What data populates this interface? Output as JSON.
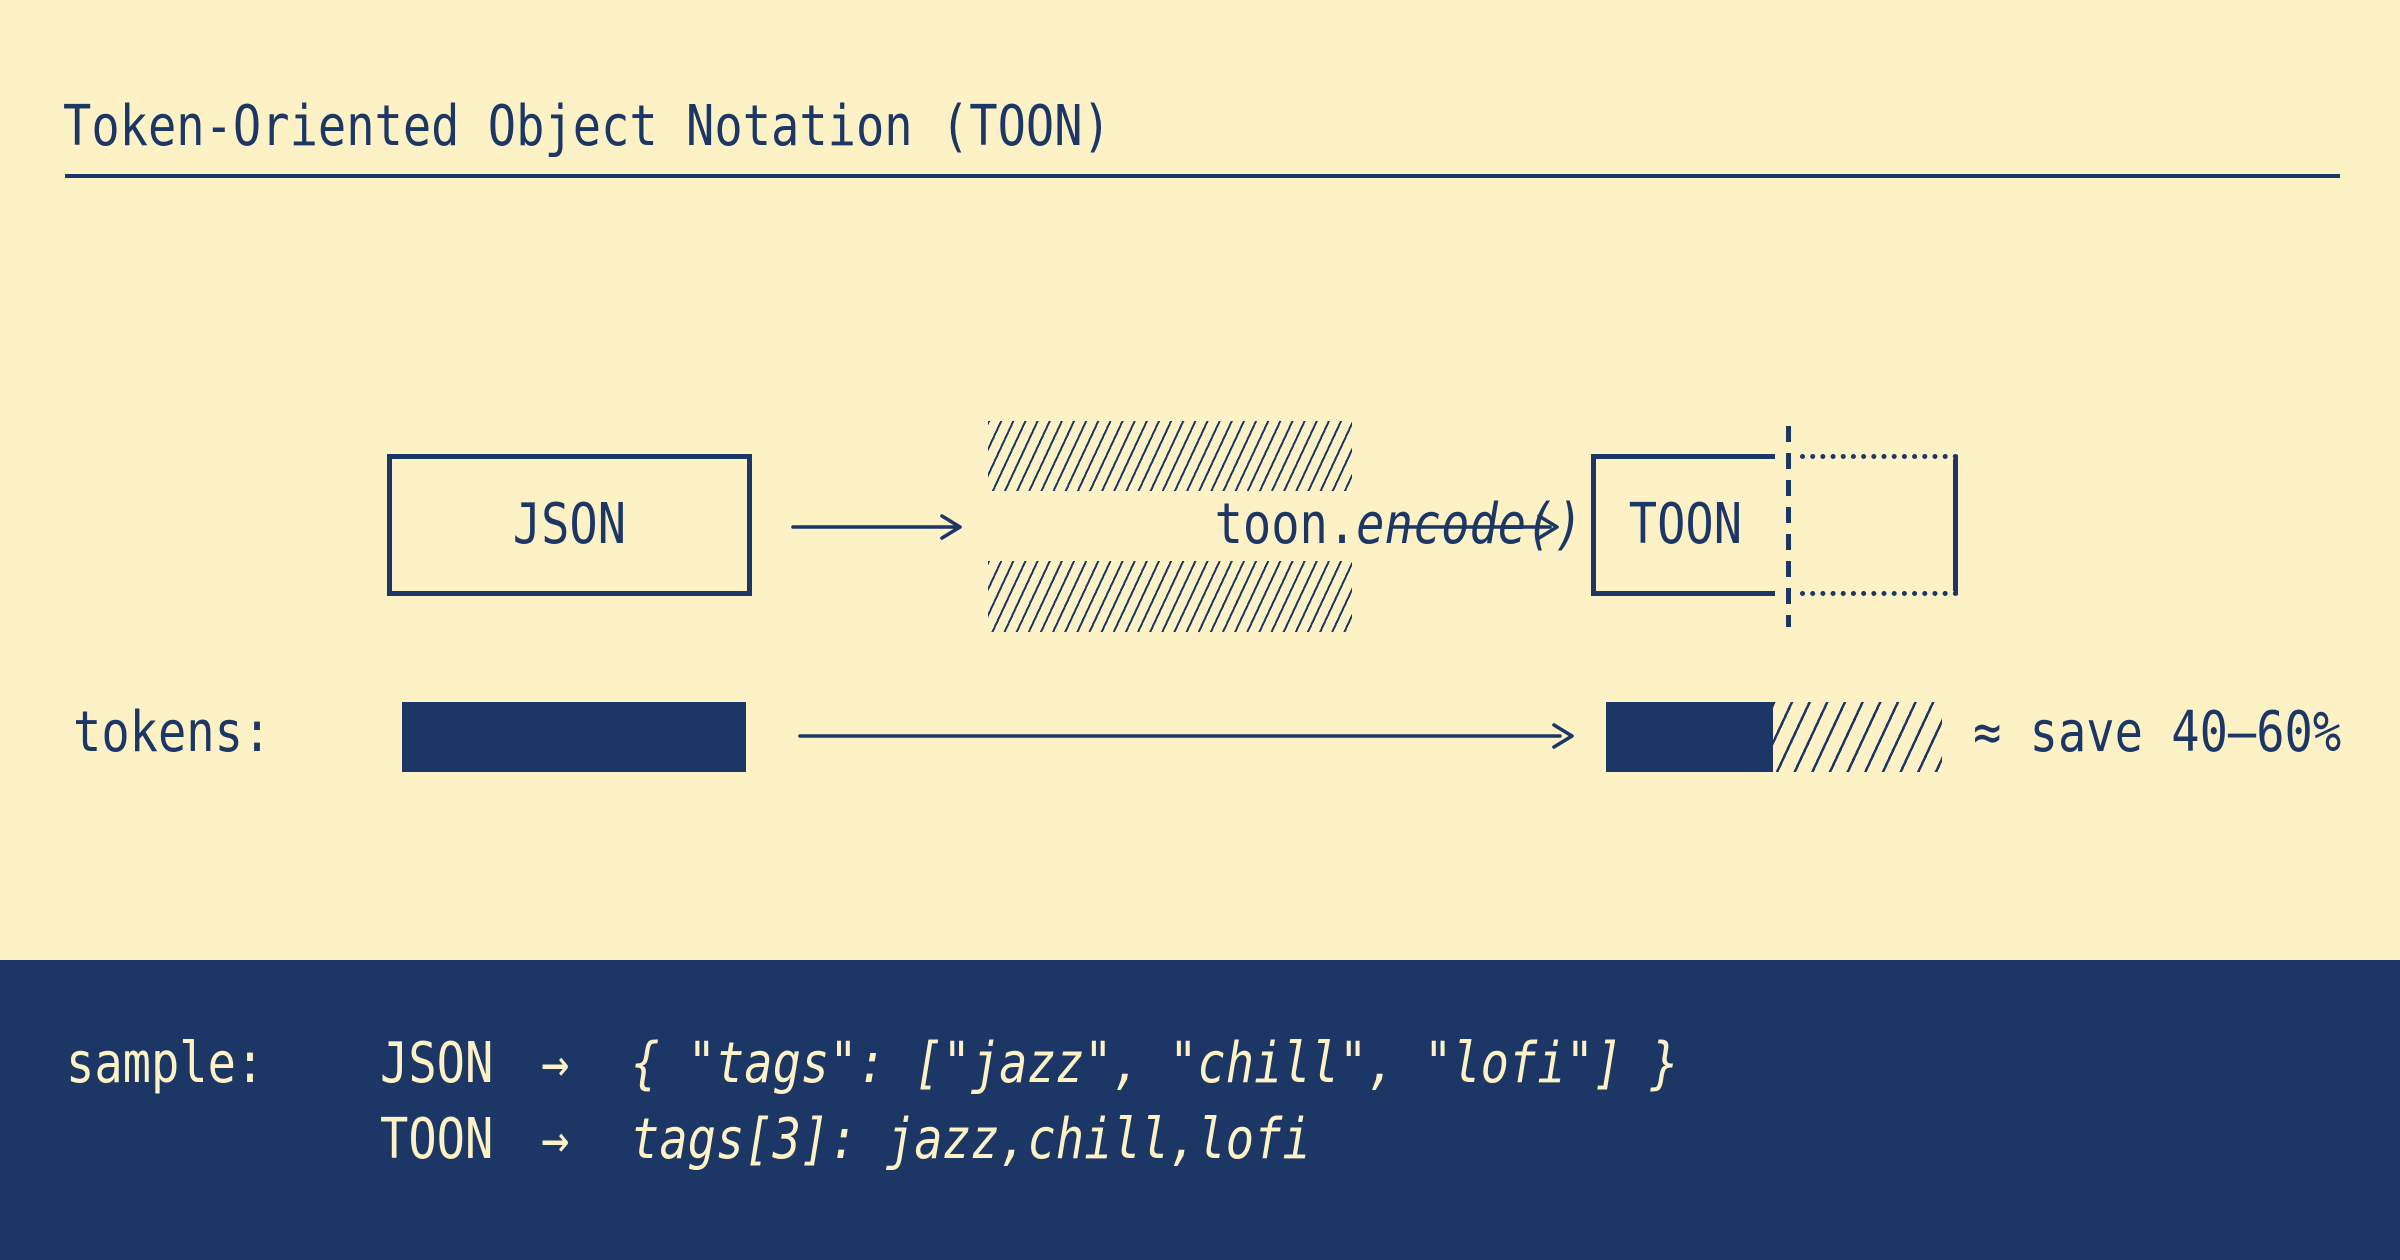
{
  "title": "Token-Oriented Object Notation (TOON)",
  "colors": {
    "navy": "#1c3765",
    "cream": "#fdf2c6"
  },
  "flow": {
    "input_label": "JSON",
    "transform_plain": "toon.",
    "transform_italic": "encode()",
    "output_label": "TOON"
  },
  "tokens_row": {
    "label": "tokens:",
    "savings_note": "≈ save 40–60%"
  },
  "sample": {
    "label": "sample:",
    "rows": [
      {
        "format": "JSON",
        "arrow": "→",
        "code": "{ \"tags\": [\"jazz\", \"chill\", \"lofi\"] }"
      },
      {
        "format": "TOON",
        "arrow": "→",
        "code": "tags[3]: jazz,chill,lofi"
      }
    ]
  }
}
